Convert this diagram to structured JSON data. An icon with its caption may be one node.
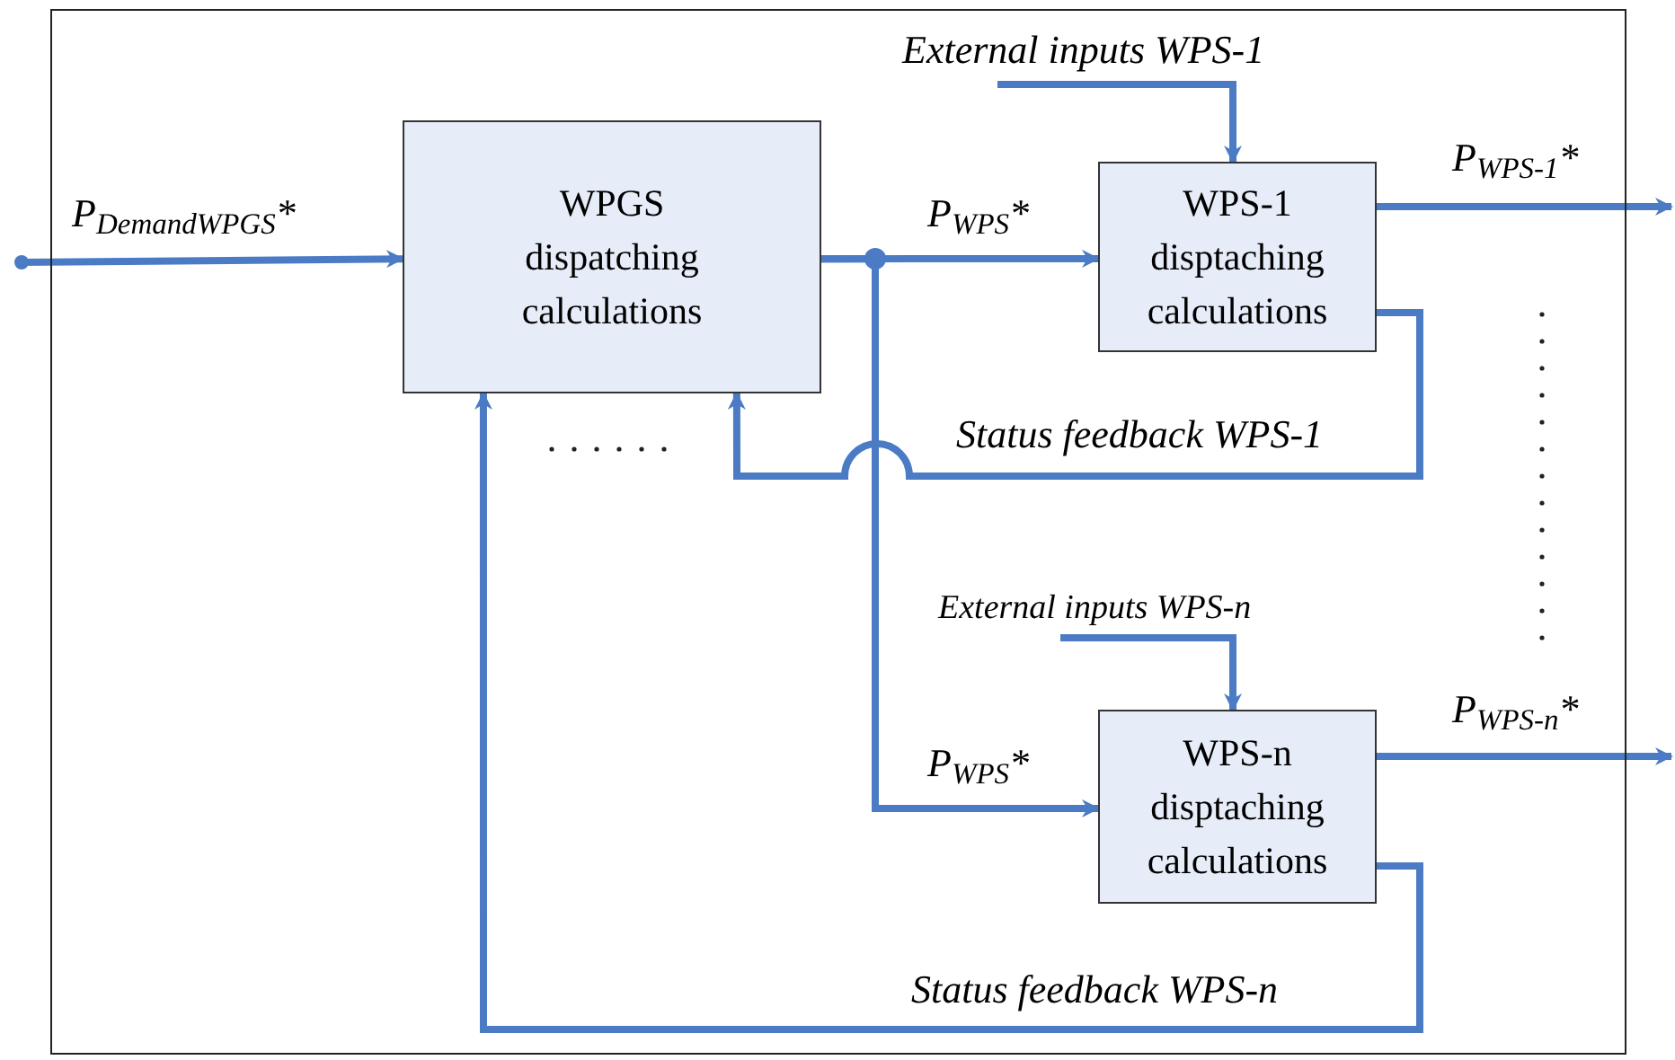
{
  "diagram": {
    "nodes": [
      {
        "text": [],
        "shape": "box"
      },
      {
        "text": [
          "WPGS dispatching calculations"
        ],
        "in": 0
      },
      {
        "text": [
          "WPS-1 disptaching calculations"
        ],
        "in": 0
      },
      {
        "text": [
          "WPS-n disptaching calculations"
        ],
        "in": 0
      }
    ],
    "edges": [
      {
        "from": null,
        "to": 1,
        "arrow": "to",
        "label": "P$_{DemandWPGS}$*"
      },
      {
        "from": 1,
        "to": 2,
        "arrow": "to",
        "label": "P$_{WPS}$*"
      },
      {
        "from": 1,
        "to": 3,
        "arrow": "to",
        "label": "P$_{WPS}$*"
      },
      {
        "from": null,
        "to": 2,
        "arrow": "to",
        "label": "External inputs WPS-1"
      },
      {
        "from": null,
        "to": 3,
        "arrow": "to",
        "label": "External inputs WPS-n"
      },
      {
        "from": 2,
        "to": null,
        "arrow": "to",
        "label": "P$_{WPS-1}$*"
      },
      {
        "from": 3,
        "to": null,
        "arrow": "to",
        "label": "P$_{WPS-n}$*"
      },
      {
        "from": 2,
        "to": 1,
        "arrow": "to",
        "label": "Status feedback WPS-1"
      },
      {
        "from": 3,
        "to": 1,
        "arrow": "to",
        "label": "Status feedback WPS-n"
      }
    ]
  }
}
